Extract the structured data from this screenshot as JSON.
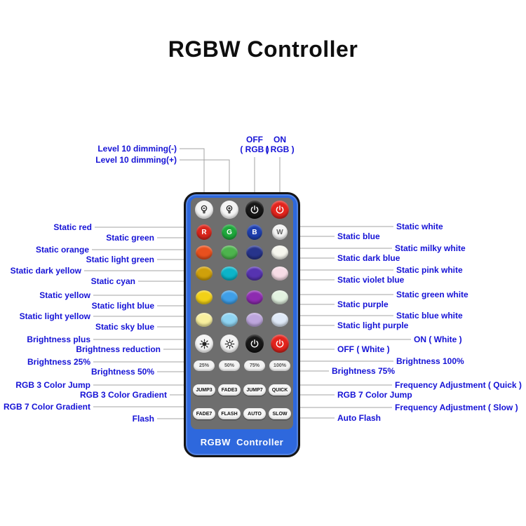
{
  "title": "RGBW Controller",
  "remote": {
    "brand": "RGBW  Controller",
    "letter_buttons": [
      {
        "label": "R",
        "bg": "#d9261c"
      },
      {
        "label": "G",
        "bg": "#1fa83c"
      },
      {
        "label": "B",
        "bg": "#1e3fae"
      },
      {
        "label": "W",
        "bg": "#f4f4f4"
      }
    ],
    "color_buttons": [
      {
        "name": "static-orange",
        "bg": "#e8501e"
      },
      {
        "name": "static-light-green",
        "bg": "#4db34d"
      },
      {
        "name": "static-dark-blue",
        "bg": "#27348b"
      },
      {
        "name": "static-milky-white",
        "bg": "#f6f6ee"
      },
      {
        "name": "static-dark-yellow",
        "bg": "#cfa00a"
      },
      {
        "name": "static-cyan",
        "bg": "#0cb4c9"
      },
      {
        "name": "static-violet-blue",
        "bg": "#5633b0"
      },
      {
        "name": "static-pink-white",
        "bg": "#f7dce6"
      },
      {
        "name": "static-yellow",
        "bg": "#f2d117"
      },
      {
        "name": "static-light-blue",
        "bg": "#3f9fe8"
      },
      {
        "name": "static-purple",
        "bg": "#8d2bb0"
      },
      {
        "name": "static-green-white",
        "bg": "#e2f2e0"
      },
      {
        "name": "static-light-yellow",
        "bg": "#f7ef9e"
      },
      {
        "name": "static-sky-blue",
        "bg": "#8fd4f2"
      },
      {
        "name": "static-light-purple",
        "bg": "#bda6dd"
      },
      {
        "name": "static-blue-white",
        "bg": "#dfe9f7"
      }
    ],
    "percent_buttons": [
      {
        "label": "25%"
      },
      {
        "label": "50%"
      },
      {
        "label": "75%"
      },
      {
        "label": "100%"
      }
    ],
    "mode_buttons": [
      {
        "label": "JUMP3"
      },
      {
        "label": "FADE3"
      },
      {
        "label": "JUMP7"
      },
      {
        "label": "QUICK"
      },
      {
        "label": "FADE7"
      },
      {
        "label": "FLASH"
      },
      {
        "label": "AUTO"
      },
      {
        "label": "SLOW"
      }
    ]
  },
  "callouts": {
    "top": [
      {
        "text": "Level 10 dimming(-)"
      },
      {
        "text": "Level 10 dimming(+)"
      },
      {
        "line1": "OFF",
        "line2": "( RGB )"
      },
      {
        "line1": "ON",
        "line2": "( RGB )"
      }
    ],
    "left": [
      {
        "text": "Static red"
      },
      {
        "text": "Static green"
      },
      {
        "text": "Static orange"
      },
      {
        "text": "Static light green"
      },
      {
        "text": "Static dark yellow"
      },
      {
        "text": "Static cyan"
      },
      {
        "text": "Static yellow"
      },
      {
        "text": "Static light blue"
      },
      {
        "text": "Static light yellow"
      },
      {
        "text": "Static sky blue"
      },
      {
        "text": "Brightness plus"
      },
      {
        "text": "Brightness reduction"
      },
      {
        "text": "Brightness 25%"
      },
      {
        "text": "Brightness 50%"
      },
      {
        "text": "RGB 3 Color Jump"
      },
      {
        "text": "RGB 3 Color Gradient"
      },
      {
        "text": "RGB 7 Color Gradient"
      },
      {
        "text": "Flash"
      }
    ],
    "right": [
      {
        "text": "Static white"
      },
      {
        "text": "Static blue"
      },
      {
        "text": "Static milky white"
      },
      {
        "text": "Static dark blue"
      },
      {
        "text": "Static pink white"
      },
      {
        "text": "Static violet blue"
      },
      {
        "text": "Static green white"
      },
      {
        "text": "Static purple"
      },
      {
        "text": "Static blue white"
      },
      {
        "text": "Static light purple"
      },
      {
        "text": "ON ( White )"
      },
      {
        "text": "OFF ( White )"
      },
      {
        "text": "Brightness 100%"
      },
      {
        "text": "Brightness 75%"
      },
      {
        "text": "Frequency Adjustment ( Quick )"
      },
      {
        "text": "RGB 7 Color Jump"
      },
      {
        "text": "Frequency Adjustment ( Slow )"
      },
      {
        "text": "Auto Flash"
      }
    ]
  },
  "colors": {
    "label_text": "#1512d6",
    "remote_body": "#2e68dd",
    "panel": "#6e6e6e",
    "line": "#a3a3a3"
  }
}
